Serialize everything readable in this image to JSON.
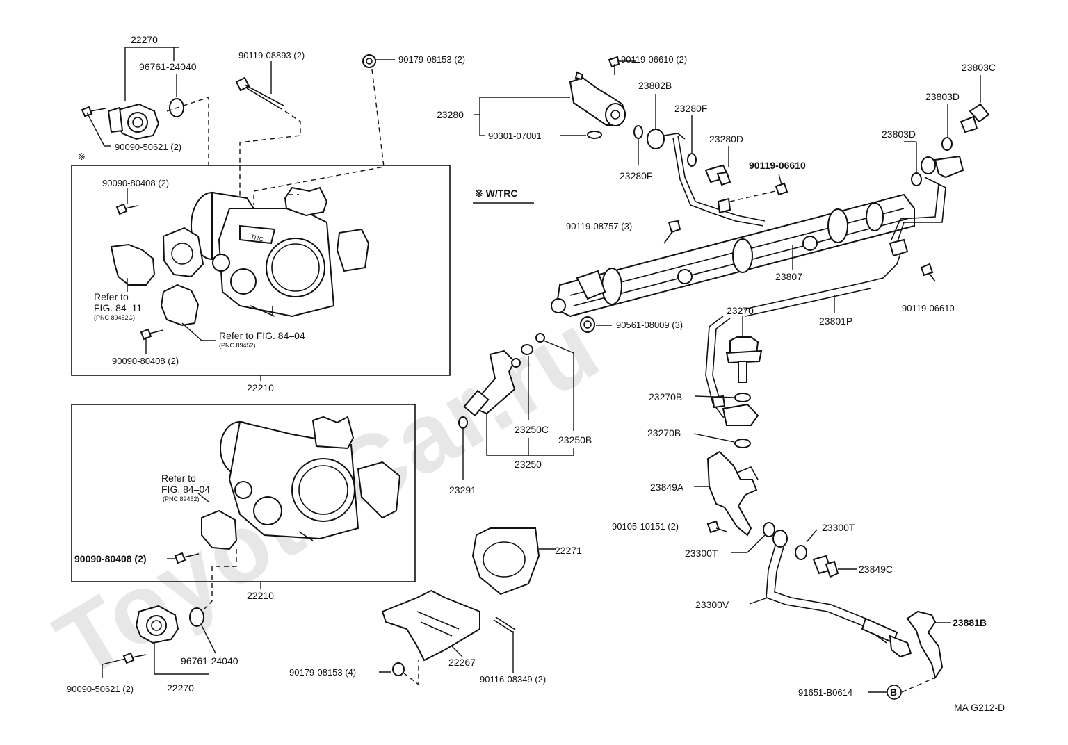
{
  "watermark": "ToyotaCar.ru",
  "section_note": "※ W/TRC",
  "asterisk": "※",
  "diagram_code": "MA  G212-D",
  "circle_b": "B",
  "labels": {
    "p22270_top": "22270",
    "p96761_top": "96761-24040",
    "p90090_50621_top": "90090-50621 (2)",
    "p90119_08893": "90119-08893 (2)",
    "p90179_08153_2": "90179-08153 (2)",
    "p90090_80408_a": "90090-80408 (2)",
    "refer_8411_a": "Refer to",
    "refer_8411_b": "FIG. 84–11",
    "refer_8411_c": "(PNC 89452C)",
    "refer_8404_a": "Refer to FIG. 84–04",
    "refer_8404_b": "(PNC 89452)",
    "p90090_80408_b": "90090-80408 (2)",
    "p22210_a": "22210",
    "refer2_a": "Refer to",
    "refer2_b": "FIG. 84–04",
    "refer2_c": "(PNC 89452)",
    "p90090_80408_c": "90090-80408 (2)",
    "p22210_b": "22210",
    "p96761_bot": "96761-24040",
    "p90090_50621_bot": "90090-50621 (2)",
    "p22270_bot": "22270",
    "p90119_06610_top": "90119-06610 (2)",
    "p23280": "23280",
    "p90301_07001": "90301-07001",
    "p23802B": "23802B",
    "p23280F_a": "23280F",
    "p23280F_b": "23280F",
    "p23280D": "23280D",
    "p90119_06610_b": "90119-06610",
    "p23803C": "23803C",
    "p23803D_a": "23803D",
    "p23803D_b": "23803D",
    "p90119_08757": "90119-08757 (3)",
    "p23807": "23807",
    "p90119_06610_c": "90119-06610",
    "p90561_08009": "90561-08009 (3)",
    "p23270": "23270",
    "p23801P": "23801P",
    "p23270B_a": "23270B",
    "p23270B_b": "23270B",
    "p23250C": "23250C",
    "p23250B": "23250B",
    "p23250": "23250",
    "p23291": "23291",
    "p23849A": "23849A",
    "p90105_10151": "90105-10151 (2)",
    "p23300T_a": "23300T",
    "p23300T_b": "23300T",
    "p23849C": "23849C",
    "p22271": "22271",
    "p23300V": "23300V",
    "p22267": "22267",
    "p90179_08153_4": "90179-08153 (4)",
    "p90116_08349": "90116-08349 (2)",
    "p23881B": "23881B",
    "p91651_B0614": "91651-B0614"
  }
}
